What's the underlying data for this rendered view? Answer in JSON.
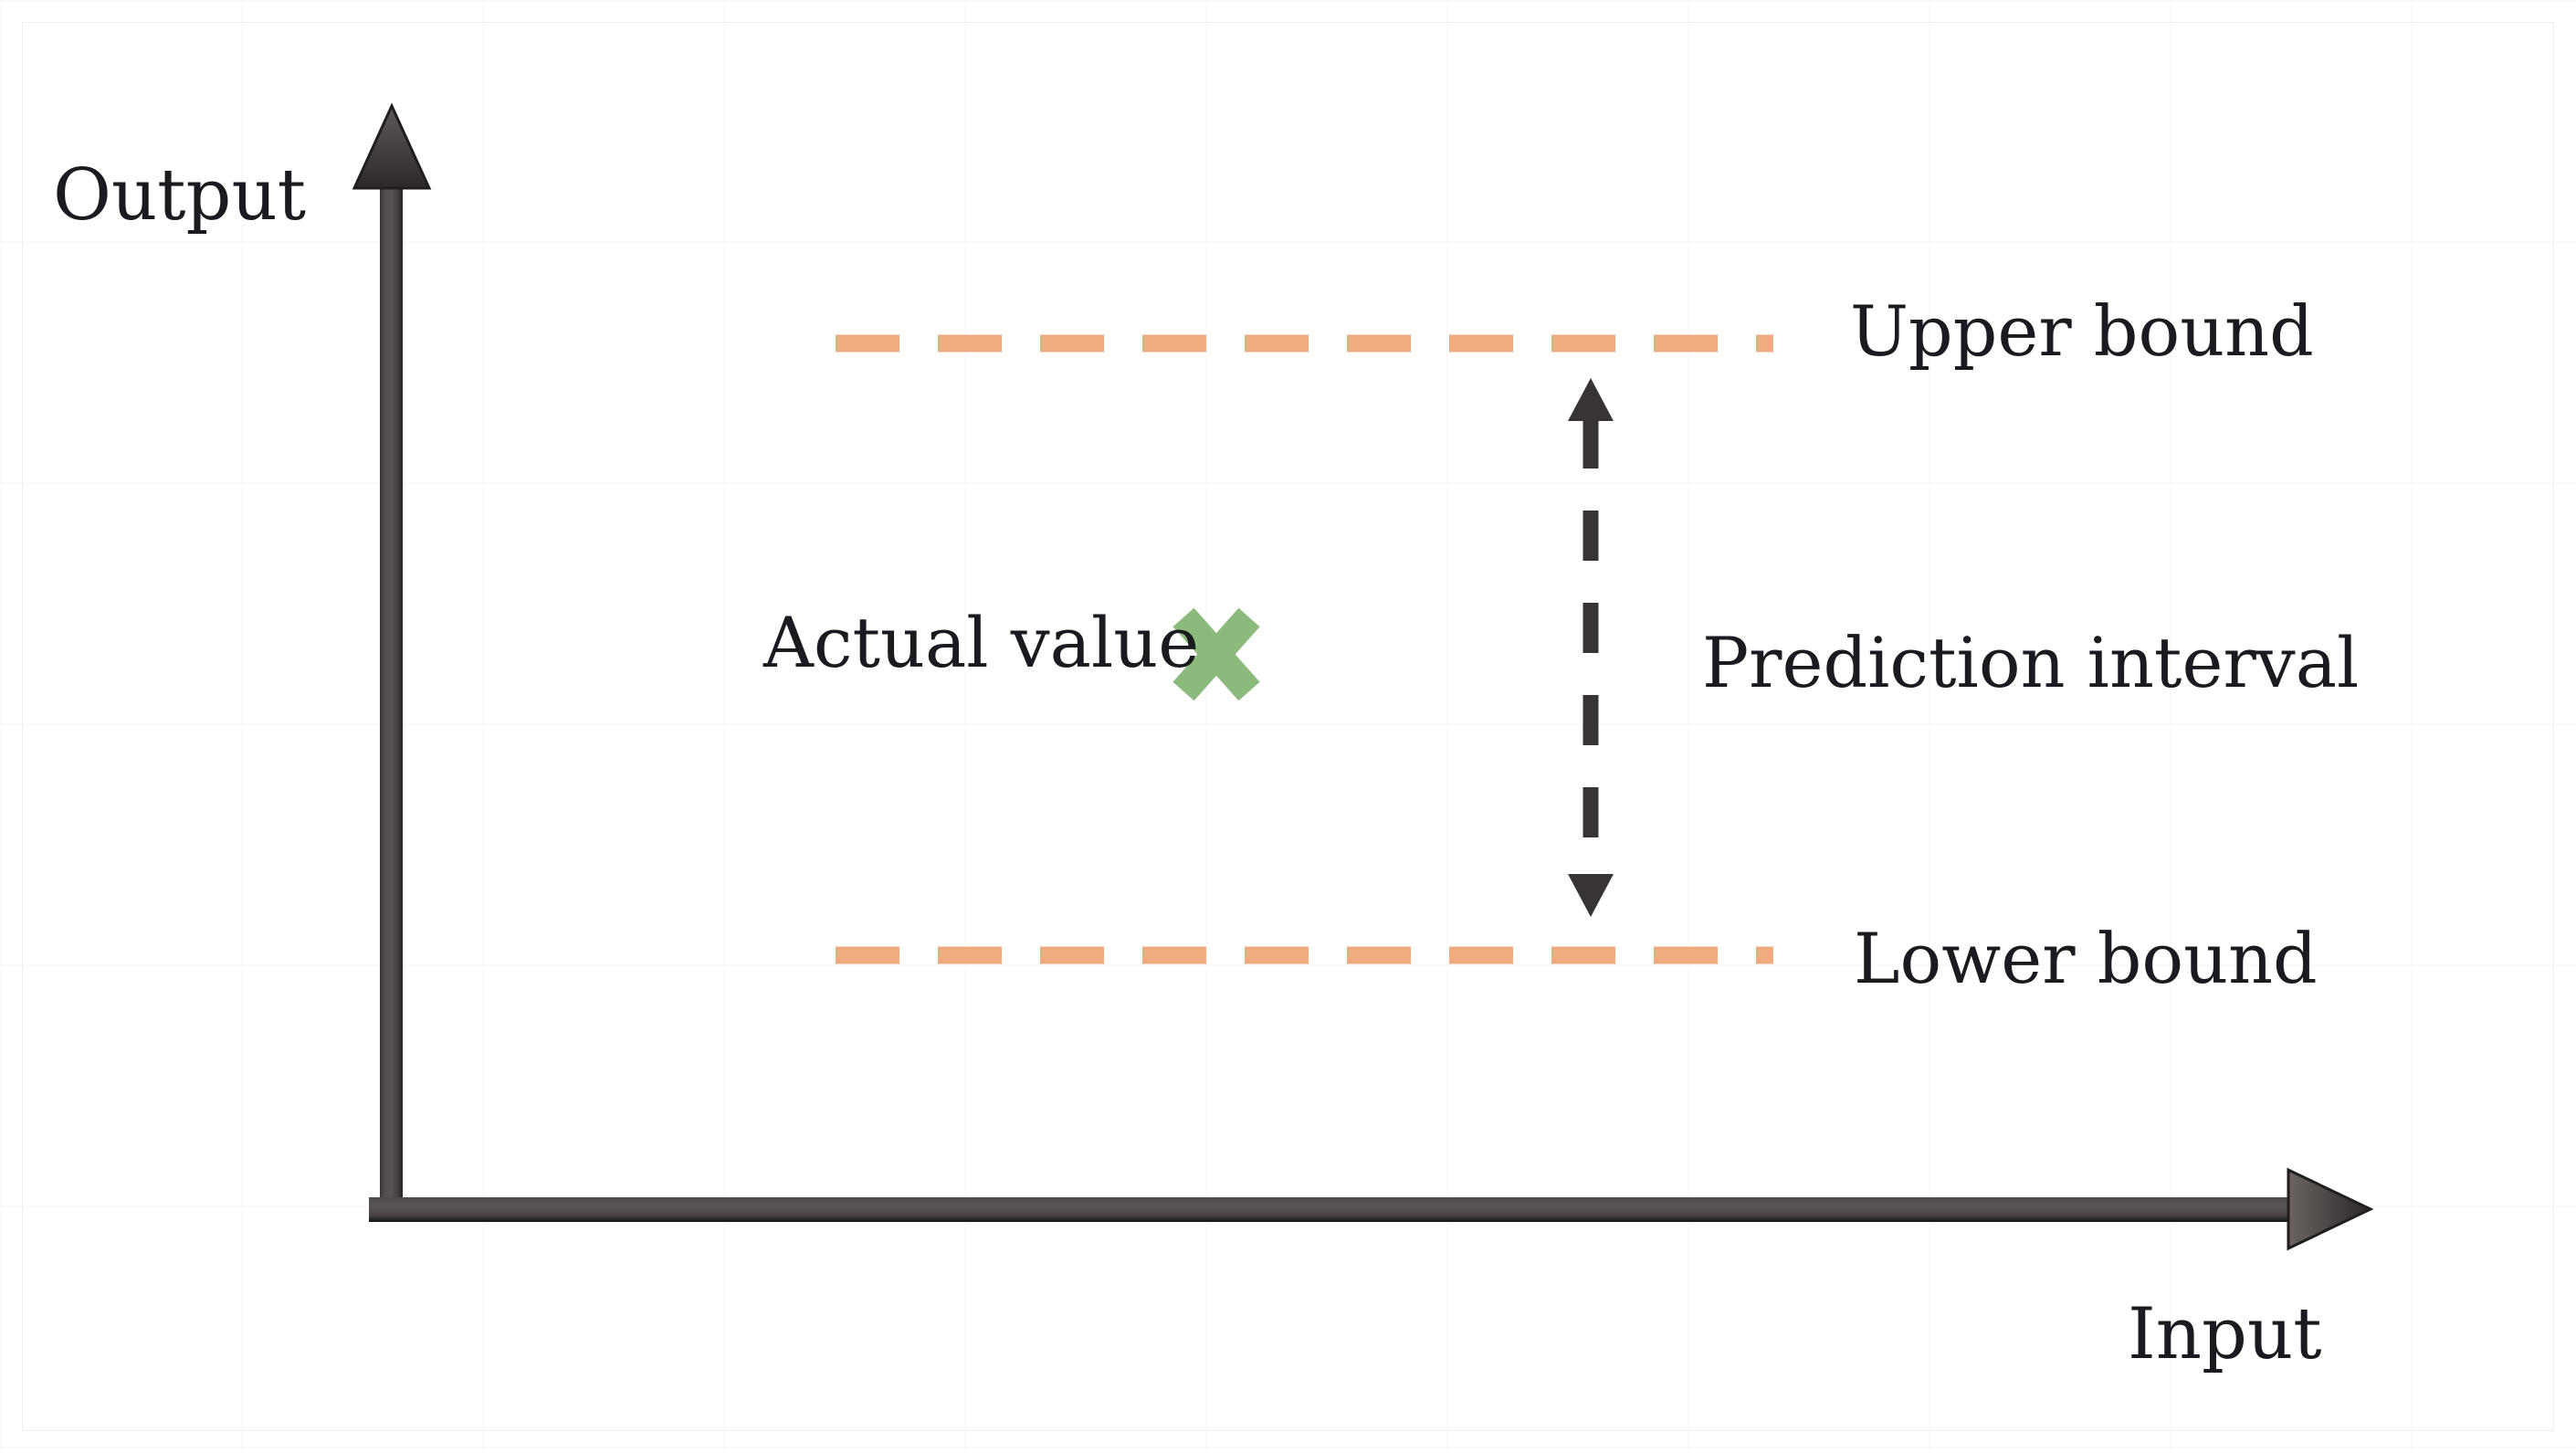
{
  "diagram": {
    "y_axis_label": "Output",
    "x_axis_label": "Input",
    "annotations": {
      "upper_bound": "Upper bound",
      "lower_bound": "Lower bound",
      "prediction_interval": "Prediction interval",
      "actual_value": "Actual value"
    },
    "marker": {
      "type": "x-marker",
      "meaning": "Actual value"
    },
    "interval_arrow": {
      "type": "double-headed-dashed-arrow",
      "meaning": "Prediction interval between lower and upper bound"
    },
    "colors": {
      "text": "#191b20",
      "axis": "#46413f",
      "bound_dash": "#f0ab80",
      "interval_arrow": "#383334",
      "actual_marker": "#8cb97c"
    }
  }
}
